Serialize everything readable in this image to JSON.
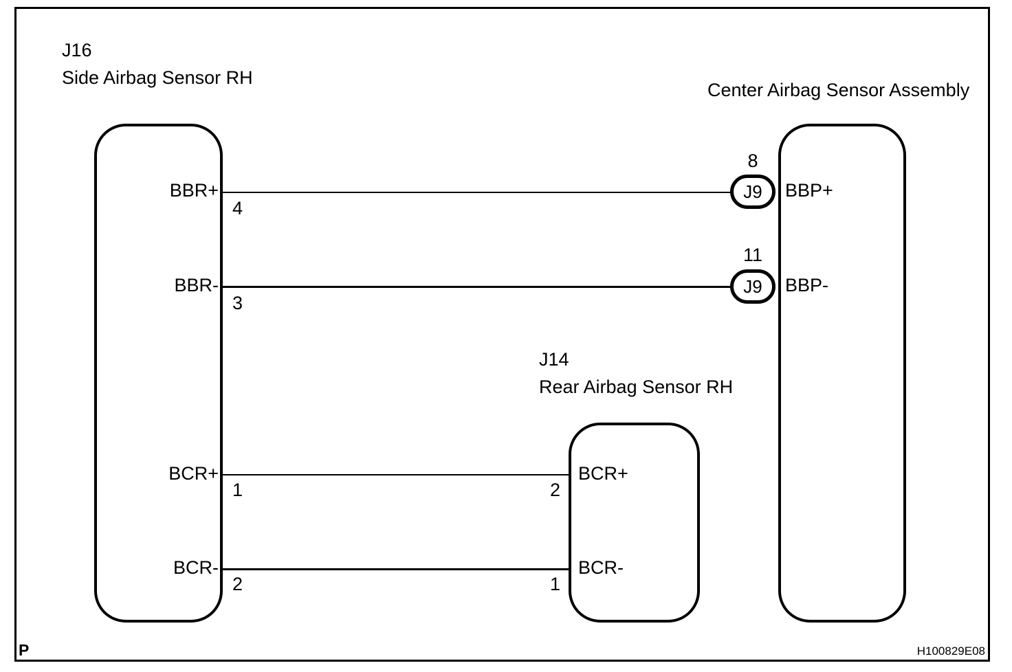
{
  "colors": {
    "line": "#000000",
    "background": "#ffffff"
  },
  "left_component": {
    "id": "J16",
    "name": "Side Airbag Sensor RH",
    "pins": [
      {
        "signal": "BBR+",
        "number": "4"
      },
      {
        "signal": "BBR-",
        "number": "3"
      },
      {
        "signal": "BCR+",
        "number": "1"
      },
      {
        "signal": "BCR-",
        "number": "2"
      }
    ]
  },
  "middle_component": {
    "id": "J14",
    "name": "Rear Airbag Sensor RH",
    "pins": [
      {
        "signal": "BCR+",
        "number": "2"
      },
      {
        "signal": "BCR-",
        "number": "1"
      }
    ]
  },
  "right_component": {
    "name": "Center Airbag Sensor Assembly",
    "connectors": [
      {
        "label": "J9",
        "pin_number": "8",
        "signal": "BBP+"
      },
      {
        "label": "J9",
        "pin_number": "11",
        "signal": "BBP-"
      }
    ]
  },
  "wires": [
    {
      "from": "J16 pin 4 BBR+",
      "to": "Center Airbag Sensor Assembly J9 pin 8 BBP+"
    },
    {
      "from": "J16 pin 3 BBR-",
      "to": "Center Airbag Sensor Assembly J9 pin 11 BBP-"
    },
    {
      "from": "J16 pin 1 BCR+",
      "to": "J14 pin 2 BCR+"
    },
    {
      "from": "J16 pin 2 BCR-",
      "to": "J14 pin 1 BCR-"
    }
  ],
  "footer": {
    "page_marker": "P",
    "figure_code": "H100829E08"
  }
}
